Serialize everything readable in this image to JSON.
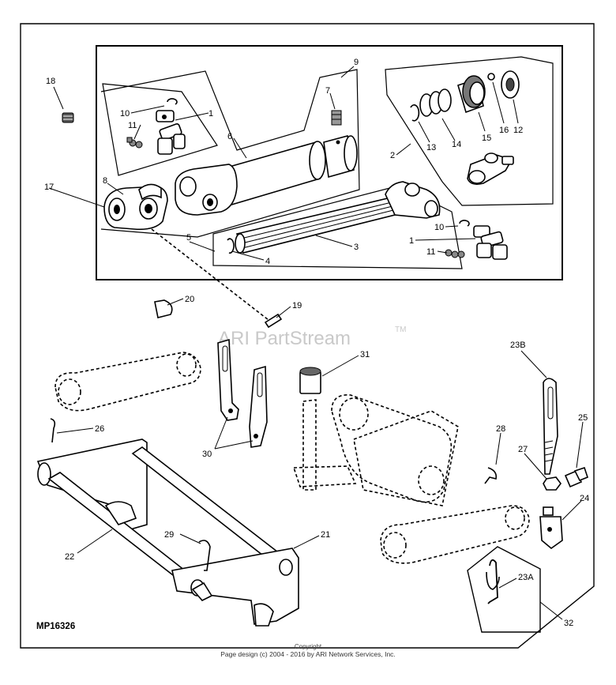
{
  "watermark": {
    "brand": "ARI PartStream",
    "tm": "TM"
  },
  "diagram_code": "MP16326",
  "footer": {
    "copyright": "Copyright",
    "design": "Page design (c) 2004 - 2016 by ARI Network Services, Inc."
  },
  "callouts": {
    "c1a": "1",
    "c1b": "1",
    "c2": "2",
    "c3": "3",
    "c4": "4",
    "c5": "5",
    "c6": "6",
    "c7": "7",
    "c8": "8",
    "c9": "9",
    "c10a": "10",
    "c10b": "10",
    "c11a": "11",
    "c11b": "11",
    "c12": "12",
    "c13": "13",
    "c14": "14",
    "c15": "15",
    "c16": "16",
    "c17": "17",
    "c18": "18",
    "c19": "19",
    "c20": "20",
    "c21": "21",
    "c22": "22",
    "c23a": "23A",
    "c23b": "23B",
    "c24": "24",
    "c25": "25",
    "c26": "26",
    "c27": "27",
    "c28": "28",
    "c29": "29",
    "c30": "30",
    "c31": "31",
    "c32": "32"
  }
}
